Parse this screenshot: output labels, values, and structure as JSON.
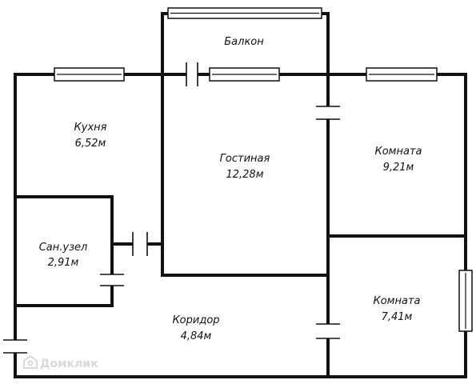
{
  "rooms": {
    "balcony": {
      "name": "Балкон"
    },
    "kitchen": {
      "name": "Кухня",
      "area": "6,52м"
    },
    "living": {
      "name": "Гостиная",
      "area": "12,28м"
    },
    "room1": {
      "name": "Комната",
      "area": "9,21м"
    },
    "bath": {
      "name": "Сан.узел",
      "area": "2,91м"
    },
    "corridor": {
      "name": "Коридор",
      "area": "4,84м"
    },
    "room2": {
      "name": "Комната",
      "area": "7,41м"
    }
  },
  "watermark": {
    "text": "Домклик"
  }
}
